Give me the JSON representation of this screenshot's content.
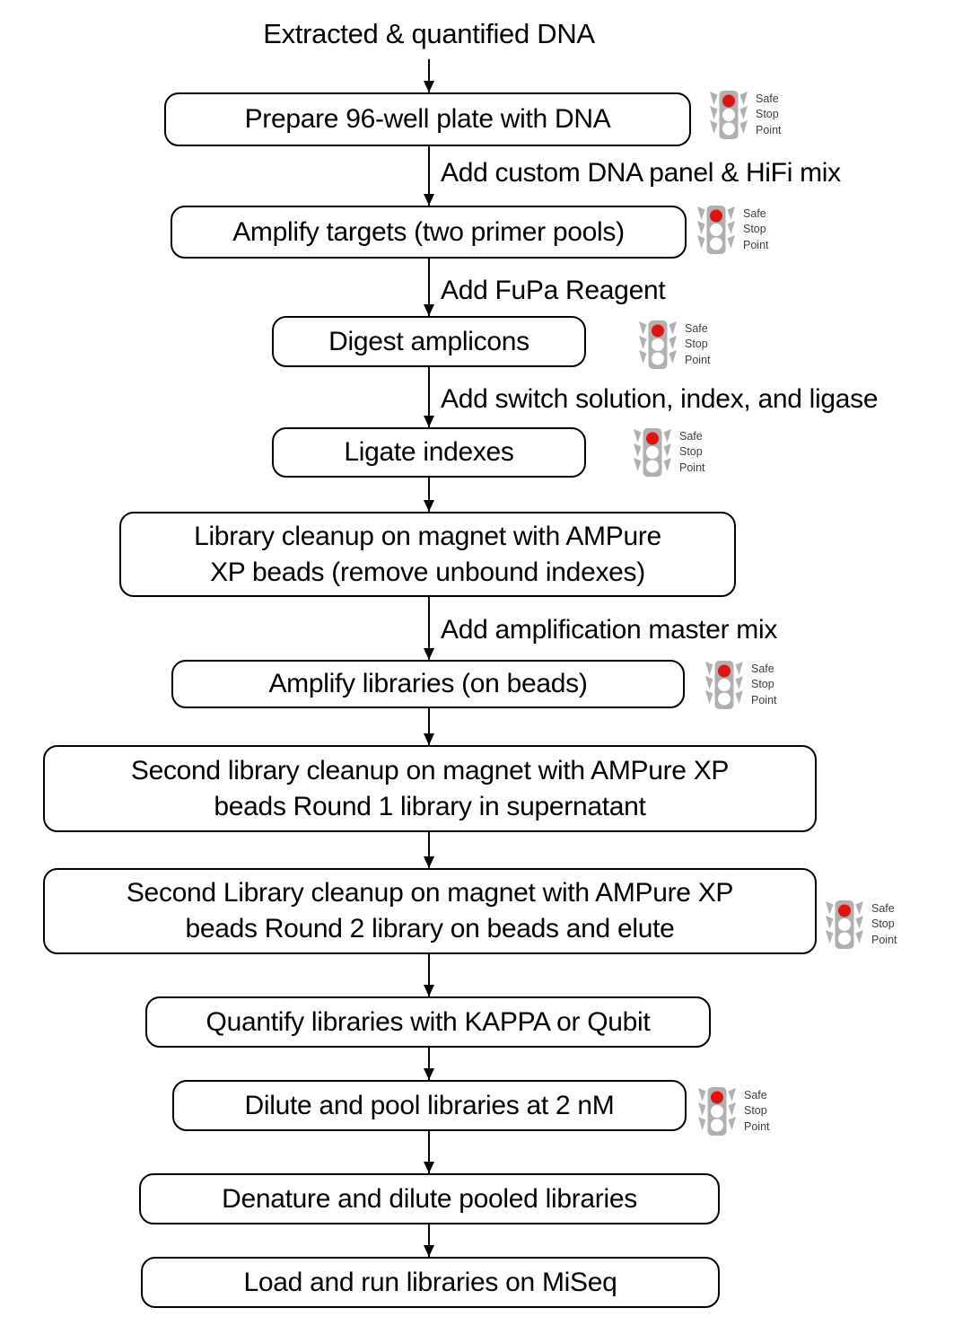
{
  "title": "Extracted & quantified DNA",
  "safe_stop": {
    "lines": [
      "Safe",
      "Stop",
      "Point"
    ]
  },
  "colors": {
    "signal_red": "#e11212",
    "signal_gray": "#b1b0b0"
  },
  "steps": [
    {
      "label": "Prepare 96-well plate with DNA"
    },
    {
      "label": "Amplify targets (two primer pools)"
    },
    {
      "label": "Digest amplicons"
    },
    {
      "label": "Ligate indexes"
    },
    {
      "label": "Library cleanup on magnet with AMPure",
      "label2": "XP beads (remove unbound indexes)"
    },
    {
      "label": "Amplify libraries (on beads)"
    },
    {
      "label": "Second library cleanup on magnet with AMPure XP",
      "label2": "beads Round 1 library in supernatant"
    },
    {
      "label": "Second Library cleanup on magnet with AMPure XP",
      "label2": "beads Round 2 library on beads and elute"
    },
    {
      "label": "Quantify libraries with KAPPA or Qubit"
    },
    {
      "label": "Dilute and pool libraries at 2 nM"
    },
    {
      "label": "Denature and dilute pooled libraries"
    },
    {
      "label": "Load and run libraries on MiSeq"
    }
  ],
  "edge_labels": [
    {
      "text": "Add custom DNA panel & HiFi mix"
    },
    {
      "text": "Add FuPa Reagent"
    },
    {
      "text": "Add switch solution, index, and ligase"
    },
    {
      "text": "Add amplification master mix"
    }
  ]
}
